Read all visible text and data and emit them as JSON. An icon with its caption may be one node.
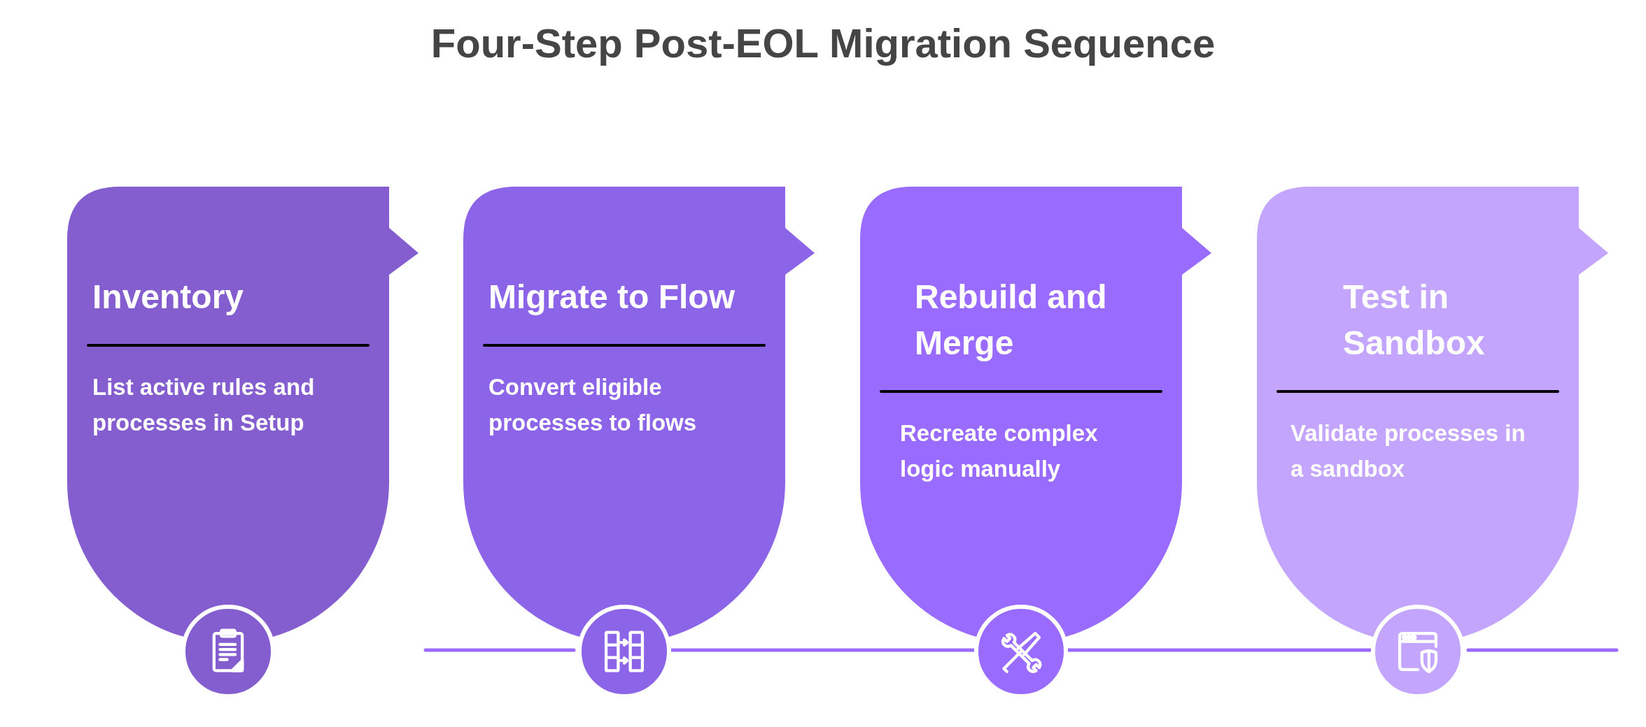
{
  "diagram": {
    "title": "Four-Step Post-EOL Migration Sequence",
    "nodes": [
      {
        "text": [
          "Inventory",
          "List active rules and processes in Setup"
        ]
      },
      {
        "text": [
          "Migrate to Flow",
          "Convert eligible processes to flows"
        ]
      },
      {
        "text": [
          "Rebuild and Merge",
          "Recreate complex logic manually"
        ]
      },
      {
        "text": [
          "Test in Sandbox",
          "Validate processes in a sandbox"
        ]
      }
    ],
    "edges": [
      {
        "from": 1,
        "to": 2,
        "arrow": "none"
      },
      {
        "from": 2,
        "to": 3,
        "arrow": "none"
      }
    ]
  }
}
